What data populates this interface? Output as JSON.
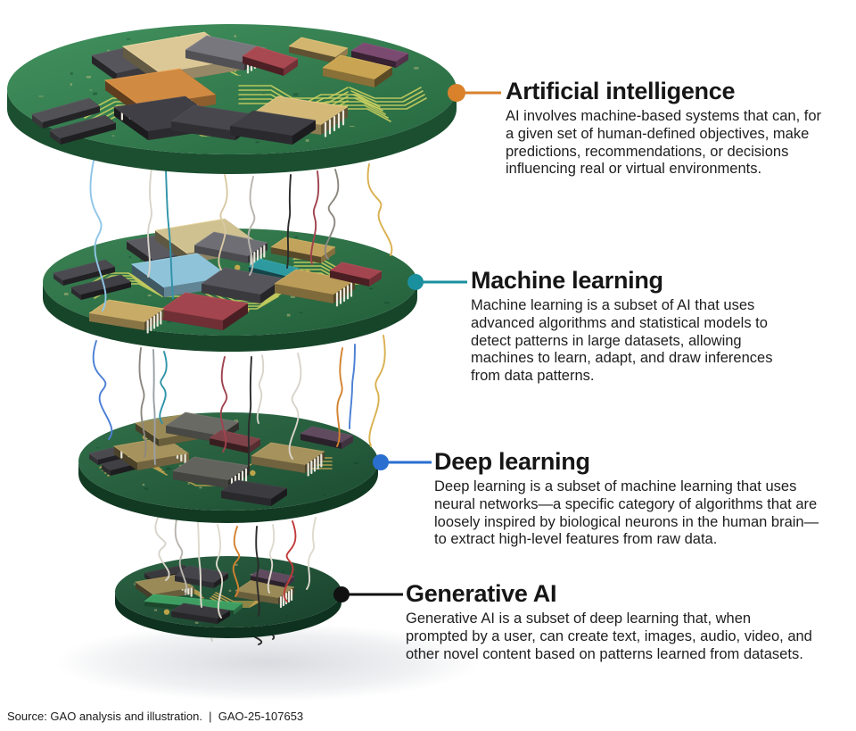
{
  "figure": {
    "sections": [
      {
        "id": "artificial-intelligence",
        "title": "Artificial intelligence",
        "description": "AI involves machine-based systems that can, for a given set of human-defined objectives, make predictions, recommendations, or decisions influencing real or virtual environments.",
        "accent_color": "#d9822b"
      },
      {
        "id": "machine-learning",
        "title": "Machine learning",
        "description": "Machine learning is a subset of AI that uses advanced algorithms and statistical models to detect patterns in large datasets, allowing machines to learn, adapt, and draw inferences from data patterns.",
        "accent_color": "#1a8f9e"
      },
      {
        "id": "deep-learning",
        "title": "Deep learning",
        "description": "Deep learning is a subset of machine learning that uses neural networks—a specific category of algorithms that are loosely inspired by biological neurons in the human brain—to extract high-level features from raw data.",
        "accent_color": "#2a6fd0"
      },
      {
        "id": "generative-ai",
        "title": "Generative AI",
        "description": "Generative AI is a subset of deep learning that, when prompted by a user, can create text, images, audio, video, and other novel content based on patterns learned from datasets.",
        "accent_color": "#111111"
      }
    ],
    "source_line": "Source: GAO analysis and illustration.  |  GAO-25-107653",
    "illustration_colors": {
      "trace_yellow": "#c9ce5f",
      "trace_gold": "#bfa14f",
      "shadow_gray": "#b9bec6"
    }
  }
}
